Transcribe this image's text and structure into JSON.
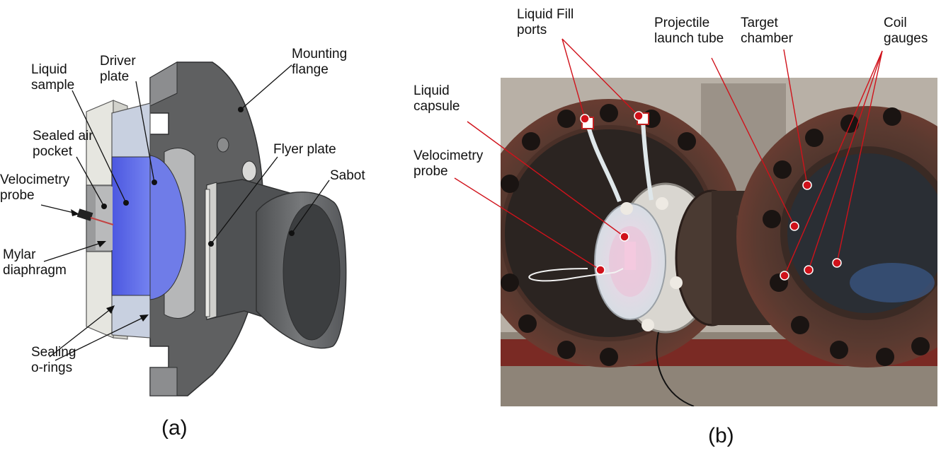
{
  "panel_a": {
    "caption": "(a)",
    "labels": {
      "liquid_sample": "Liquid\nsample",
      "driver_plate": "Driver\nplate",
      "mounting_flange": "Mounting\nflange",
      "sealed_air_pocket": "Sealed air\npocket",
      "flyer_plate": "Flyer plate",
      "velocimetry_probe": "Velocimetry\nprobe",
      "sabot": "Sabot",
      "mylar_diaphragm": "Mylar\ndiaphragm",
      "sealing_o_rings": "Sealing\no-rings"
    }
  },
  "panel_b": {
    "caption": "(b)",
    "labels": {
      "liquid_fill_ports": "Liquid Fill\nports",
      "projectile_launch_tube": "Projectile\nlaunch tube",
      "target_chamber": "Target\nchamber",
      "coil_gauges": "Coil\ngauges",
      "liquid_capsule": "Liquid\ncapsule",
      "velocimetry_probe": "Velocimetry\nprobe"
    }
  },
  "colors": {
    "callout_red": "#d0121b",
    "flange_gray": "#5f6061",
    "liquid_blue": "#5a68e8",
    "plate_light": "#e6e6e0"
  }
}
